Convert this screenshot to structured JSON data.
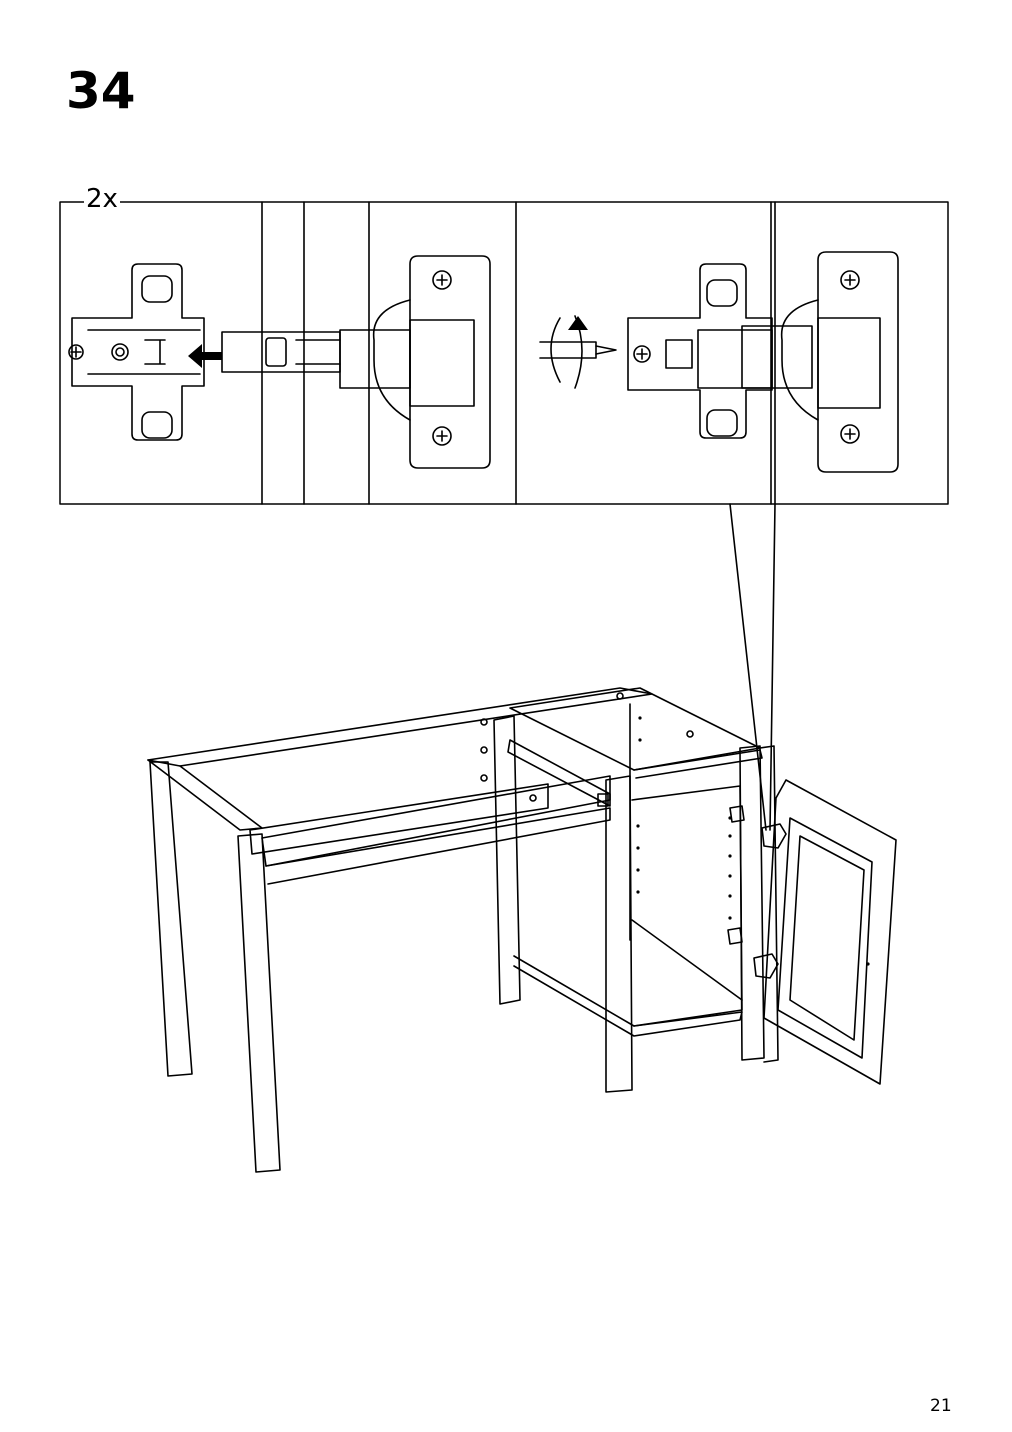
{
  "step": {
    "number": "34"
  },
  "detail": {
    "quantity": "2x"
  },
  "footer": {
    "page_number": "21"
  },
  "colors": {
    "ink": "#000000",
    "paper": "#ffffff"
  },
  "icons": [
    "hinge-icon",
    "push-arrow-icon",
    "screwdriver-icon",
    "rotate-arrow-icon",
    "screw-icon"
  ]
}
